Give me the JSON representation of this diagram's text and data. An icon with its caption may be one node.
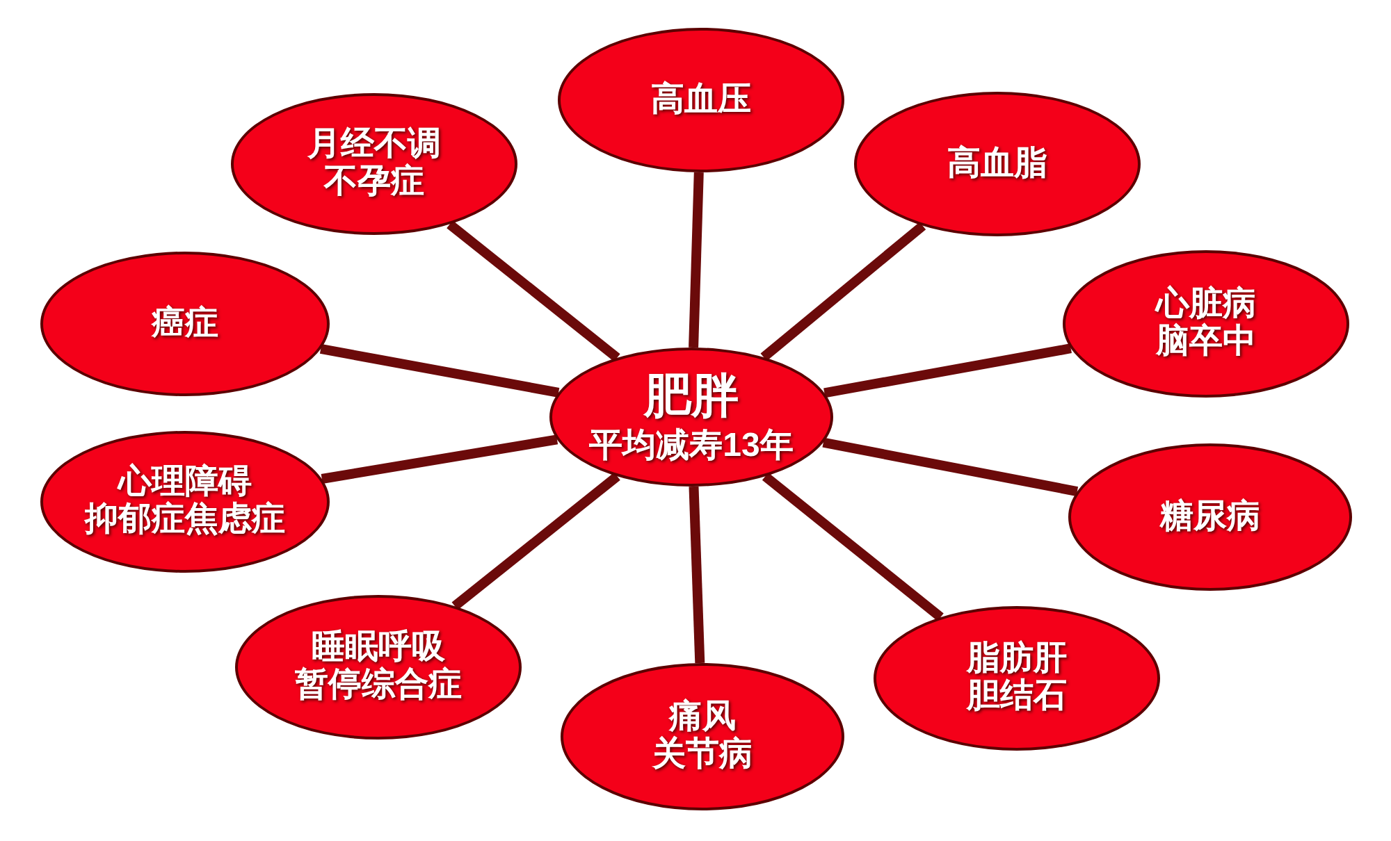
{
  "diagram": {
    "nodes": [
      {
        "text": [
          "肥胖",
          "平均减寿13年"
        ]
      },
      {
        "text": [
          "高血压"
        ]
      },
      {
        "text": [
          "高血脂"
        ]
      },
      {
        "text": [
          "心脏病脑卒中"
        ]
      },
      {
        "text": [
          "糖尿病"
        ]
      },
      {
        "text": [
          "脂肪肝胆结石"
        ]
      },
      {
        "text": [
          "痛风关节病"
        ]
      },
      {
        "text": [
          "睡眠呼吸暂停综合症"
        ]
      },
      {
        "text": [
          "心理障碍抑郁症焦虑症"
        ]
      },
      {
        "text": [
          "癌症"
        ]
      },
      {
        "text": [
          "月经不调不孕症"
        ]
      }
    ],
    "edges": [
      {
        "from": 0,
        "to": 1,
        "arrow": "none"
      },
      {
        "from": 0,
        "to": 2,
        "arrow": "none"
      },
      {
        "from": 0,
        "to": 3,
        "arrow": "none"
      },
      {
        "from": 0,
        "to": 4,
        "arrow": "none"
      },
      {
        "from": 0,
        "to": 5,
        "arrow": "none"
      },
      {
        "from": 0,
        "to": 6,
        "arrow": "none"
      },
      {
        "from": 0,
        "to": 7,
        "arrow": "none"
      },
      {
        "from": 0,
        "to": 8,
        "arrow": "none"
      },
      {
        "from": 0,
        "to": 9,
        "arrow": "none"
      },
      {
        "from": 0,
        "to": 10,
        "arrow": "none"
      }
    ]
  }
}
